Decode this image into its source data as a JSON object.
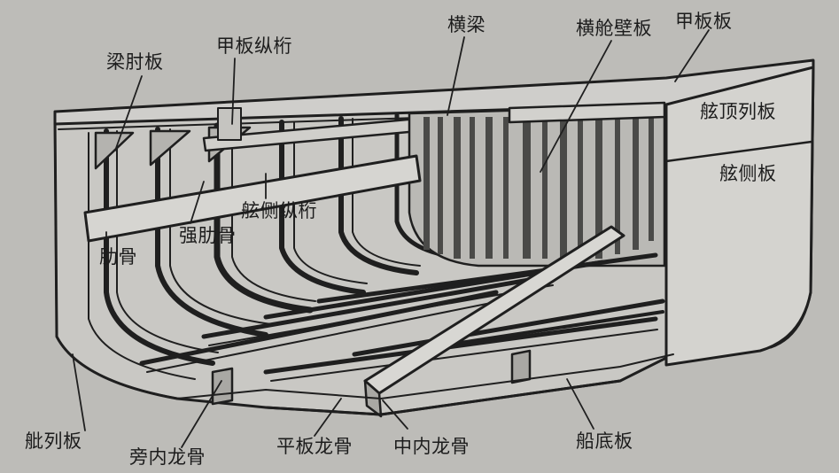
{
  "labels": {
    "bracket": "梁肘板",
    "deck_girder": "甲板纵桁",
    "deck_beam": "横梁",
    "transverse_bulkhead": "横舱壁板",
    "deck_plate": "甲板板",
    "sheer_strake": "舷顶列板",
    "side_shell": "舷侧板",
    "side_stringer": "舷侧纵桁",
    "web_frame": "强肋骨",
    "frame": "肋骨",
    "bilge_strake": "舭列板",
    "side_keelson": "旁内龙骨",
    "flat_keel": "平板龙骨",
    "center_keelson": "中内龙骨",
    "bottom_plate": "船底板"
  }
}
